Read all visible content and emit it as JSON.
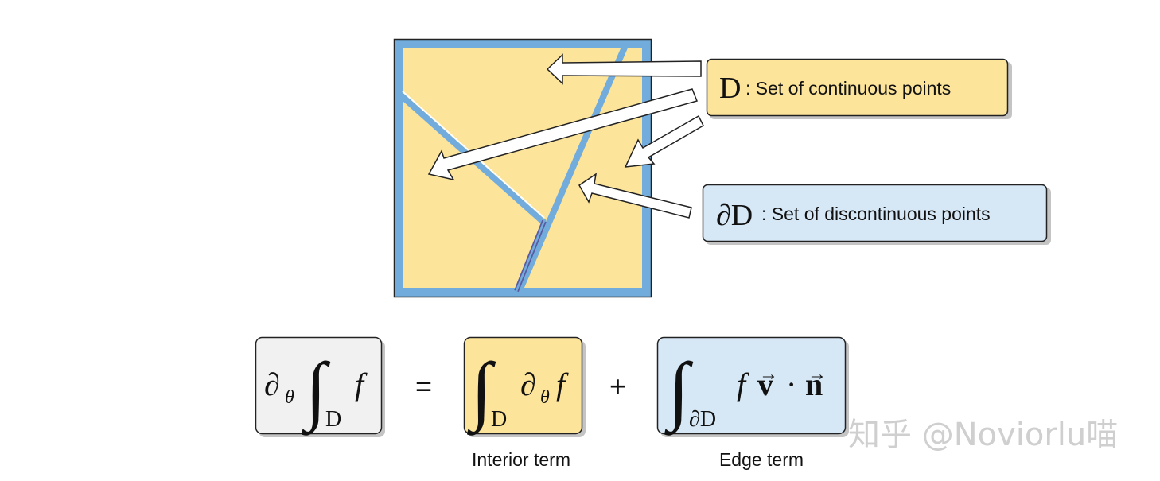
{
  "colors": {
    "continuous_fill": "#FCE49B",
    "discontinuous_fill": "#D6E8F6",
    "edge_blue": "#72ACDD",
    "edge_dark": "#5A5AA0",
    "lhs_fill": "#F1F1F1",
    "outline": "#222222",
    "watermark": "#CFCFCF"
  },
  "callouts": {
    "continuous": {
      "symbol": "D",
      "text": " : Set of continuous points"
    },
    "discontinuous": {
      "symbol": "∂D",
      "text": " : Set of discontinuous points"
    }
  },
  "equation": {
    "lhs": {
      "partial": "∂",
      "sub": "θ",
      "integral": "∫",
      "domain": "D",
      "f": "f"
    },
    "equals": "=",
    "interior": {
      "integral": "∫",
      "domain": "D",
      "partial": "∂",
      "sub": "θ",
      "f": "f"
    },
    "plus": "+",
    "edge": {
      "integral": "∫",
      "domain": "∂D",
      "f": "f",
      "v": "v",
      "dot": "·",
      "n": "n",
      "arrow": "→"
    }
  },
  "labels": {
    "interior": "Interior term",
    "edge": "Edge term"
  },
  "watermark": "知乎 @Noviorlu喵"
}
